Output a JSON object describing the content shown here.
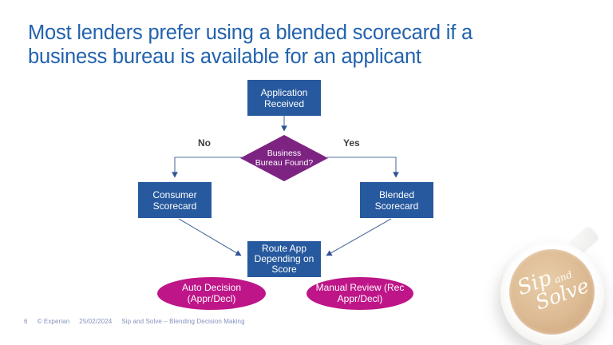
{
  "slide": {
    "title": "Most lenders prefer using a blended scorecard if a\nbusiness bureau is available for an applicant"
  },
  "flowchart": {
    "application_node": "Application\nReceived",
    "decision_node": "Business\nBureau Found?",
    "no_label": "No",
    "yes_label": "Yes",
    "consumer_node": "Consumer\nScorecard",
    "blended_node": "Blended\nScorecard",
    "route_node": "Route App\nDepending on\nScore",
    "auto_decision_node": "Auto Decision\n(Appr/Decl)",
    "manual_review_node": "Manual Review (Rec\nAppr/Decl)"
  },
  "footer": {
    "page_number": "6",
    "copyright": "© Experian",
    "date": "25/02/2024",
    "deck_title": "Sip and Solve – Blending Decision Making"
  },
  "cup_logo": {
    "word_sip": "Sip",
    "word_and": "and",
    "word_solve": "Solve"
  },
  "colors": {
    "title_blue": "#2262ae",
    "process_box_blue": "#27599e",
    "decision_purple": "#7d2483",
    "terminal_magenta": "#be1588",
    "connector_blue": "#54719f",
    "footer_gray_blue": "#8492be"
  }
}
